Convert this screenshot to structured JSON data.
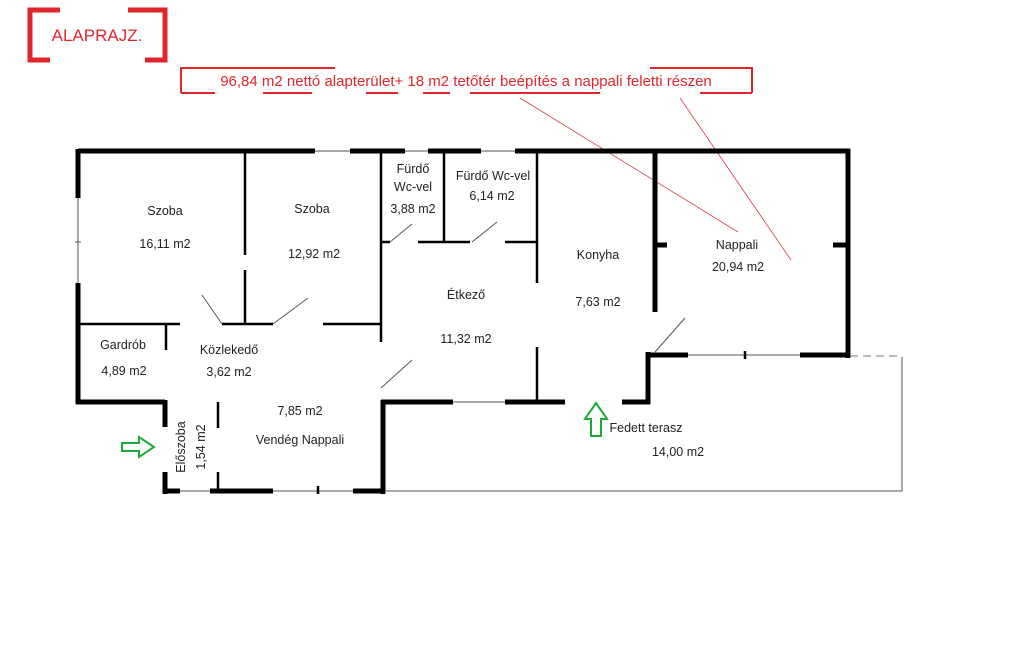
{
  "logo": {
    "text": "ALAPRAJZ.",
    "color": "#e0262b"
  },
  "headline": {
    "text": "96,84 m2 nettó alapterület+ 18 m2 tetőtér beépítés a nappali feletti részen",
    "color": "#e0262b"
  },
  "rooms": [
    {
      "name": "Szoba",
      "area": "16,11 m2"
    },
    {
      "name": "Szoba",
      "area": "12,92 m2"
    },
    {
      "name_line1": "Fürdő",
      "name_line2": "Wc-vel",
      "area": "3,88 m2"
    },
    {
      "name": "Fürdő Wc-vel",
      "area": "6,14 m2"
    },
    {
      "name": "Étkező",
      "area": "11,32 m2"
    },
    {
      "name": "Konyha",
      "area": "7,63 m2"
    },
    {
      "name": "Nappali",
      "area": "20,94 m2"
    },
    {
      "name": "Gardrób",
      "area": "4,89 m2"
    },
    {
      "name": "Közlekedő",
      "area": "3,62 m2"
    },
    {
      "name": "Vendég Nappali",
      "area": "7,85 m2"
    },
    {
      "name": "Előszoba",
      "area": "1,54 m2"
    },
    {
      "name": "Fedett terasz",
      "area": "14,00 m2"
    }
  ],
  "arrow_color": "#22a83a"
}
